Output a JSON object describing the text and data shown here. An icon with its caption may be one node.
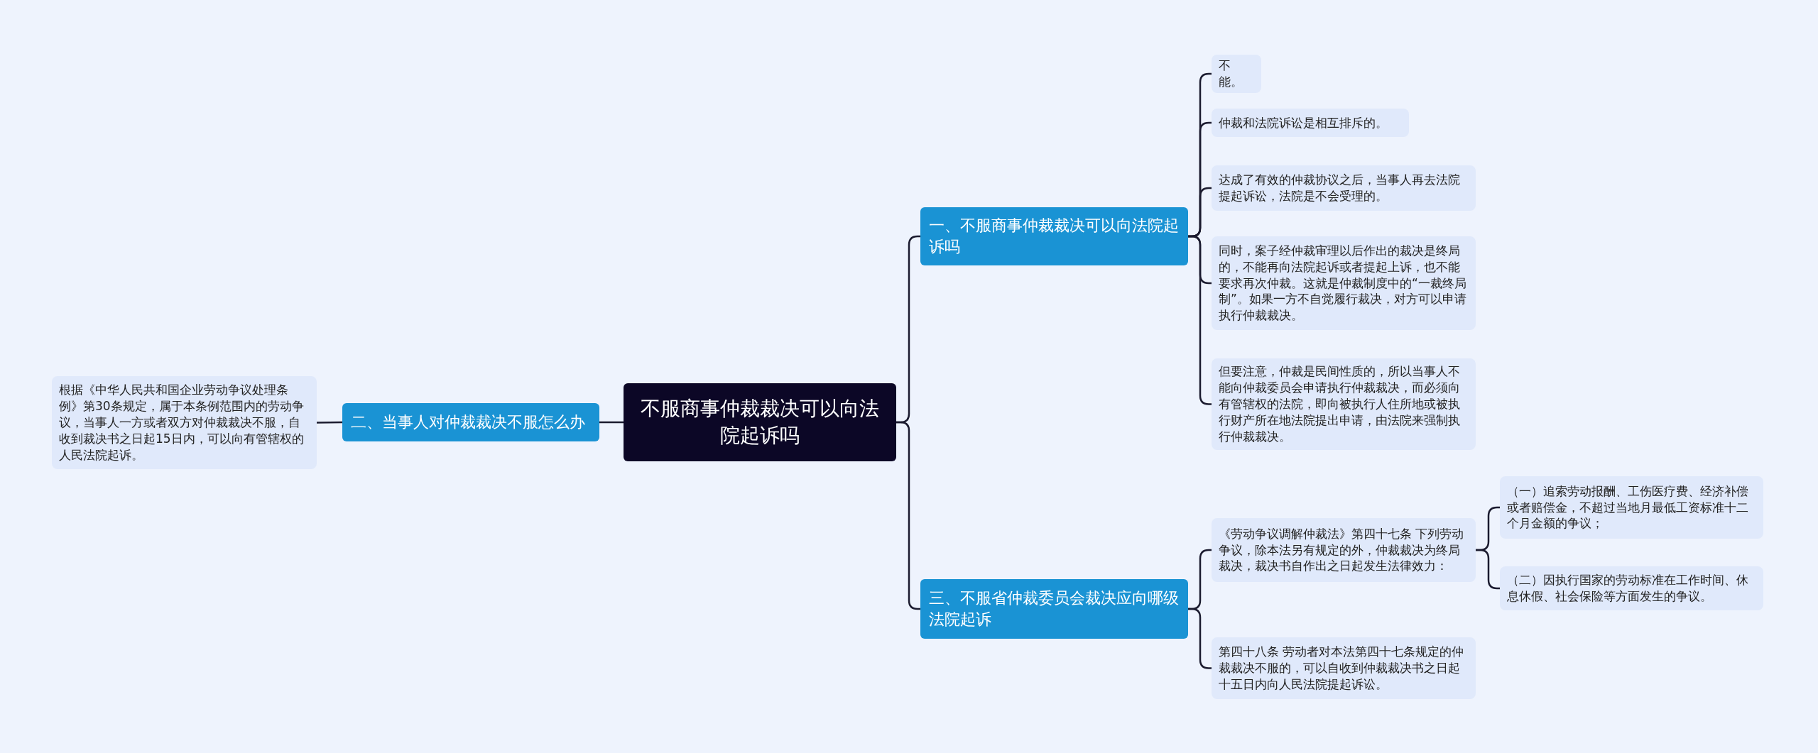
{
  "diagram": {
    "nodes": [
      {
        "text": [
          "不服商事仲裁裁决可以向法院起诉吗"
        ]
      },
      {
        "text": [
          "一、不服商事仲裁裁决可以向法院起诉吗"
        ]
      },
      {
        "text": [
          "不能。"
        ]
      },
      {
        "text": [
          "仲裁和法院诉讼是相互排斥的。"
        ]
      },
      {
        "text": [
          "达成了有效的仲裁协议之后，当事人再去法院提起诉讼，法院是不会受理的。"
        ]
      },
      {
        "text": [
          "同时，案子经仲裁审理以后作出的裁决是终局的，不能再向法院起诉或者提起上诉，也不能要求再次仲裁。这就是仲裁制度中的“一裁终局制”。如果一方不自觉履行裁决，对方可以申请执行仲裁裁决。"
        ]
      },
      {
        "text": [
          "但要注意，仲裁是民间性质的，所以当事人不能向仲裁委员会申请执行仲裁裁决，而必须向有管辖权的法院，即向被执行人住所地或被执行财产所在地法院提出申请，由法院来强制执行仲裁裁决。"
        ]
      },
      {
        "text": [
          "二、当事人对仲裁裁决不服怎么办"
        ]
      },
      {
        "text": [
          "根据《中华人民共和国企业劳动争议处理条例》第30条规定，属于本条例范围内的劳动争议，当事人一方或者双方对仲裁裁决不服，自收到裁决书之日起15日内，可以向有管辖权的人民法院起诉。"
        ]
      },
      {
        "text": [
          "三、不服省仲裁委员会裁决应向哪级法院起诉"
        ]
      },
      {
        "text": [
          "《劳动争议调解仲裁法》第四十七条 下列劳动争议，除本法另有规定的外，仲裁裁决为终局裁决，裁决书自作出之日起发生法律效力："
        ]
      },
      {
        "text": [
          "（一）追索劳动报酬、工伤医疗费、经济补偿或者赔偿金，不超过当地月最低工资标准十二个月金额的争议；"
        ]
      },
      {
        "text": [
          "（二）因执行国家的劳动标准在工作时间、休息休假、社会保险等方面发生的争议。"
        ]
      },
      {
        "text": [
          "第四十八条 劳动者对本法第四十七条规定的仲裁裁决不服的，可以自收到仲裁裁决书之日起十五日内向人民法院提起诉讼。"
        ]
      }
    ],
    "edges": [
      {
        "from": 0,
        "to": 1,
        "arrow": "none"
      },
      {
        "from": 1,
        "to": 2,
        "arrow": "none"
      },
      {
        "from": 1,
        "to": 3,
        "arrow": "none"
      },
      {
        "from": 1,
        "to": 4,
        "arrow": "none"
      },
      {
        "from": 1,
        "to": 5,
        "arrow": "none"
      },
      {
        "from": 1,
        "to": 6,
        "arrow": "none"
      },
      {
        "from": 0,
        "to": 7,
        "arrow": "none"
      },
      {
        "from": 7,
        "to": 8,
        "arrow": "none"
      },
      {
        "from": 0,
        "to": 9,
        "arrow": "none"
      },
      {
        "from": 9,
        "to": 10,
        "arrow": "none"
      },
      {
        "from": 10,
        "to": 11,
        "arrow": "none"
      },
      {
        "from": 10,
        "to": 12,
        "arrow": "none"
      },
      {
        "from": 9,
        "to": 13,
        "arrow": "none"
      }
    ]
  }
}
